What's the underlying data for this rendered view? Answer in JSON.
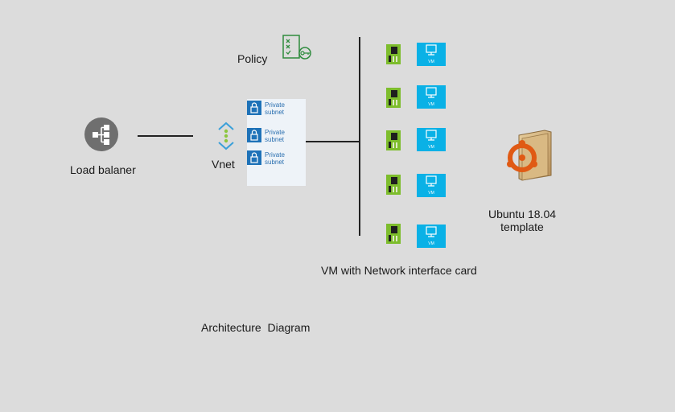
{
  "diagram": {
    "policy_label": "Policy",
    "load_balancer_label": "Load balaner",
    "vnet_label": "Vnet",
    "subnets": [
      {
        "line1": "Private",
        "line2": "subnet"
      },
      {
        "line1": "Private",
        "line2": "subnet"
      },
      {
        "line1": "Private",
        "line2": "subnet"
      }
    ],
    "vm_label": "VM",
    "vm_group_label": "VM with Network interface card",
    "template_line1": "Ubuntu 18.04",
    "template_line2": "template",
    "caption": "Architecture  Diagram",
    "colors": {
      "background": "#dcdcdc",
      "vm_blue": "#0ab1e6",
      "nic_green": "#7dbd2c",
      "policy_green": "#2e8b3d",
      "subnet_lock_blue": "#1e72b8",
      "load_balancer_gray": "#6f6f6f"
    },
    "icons": [
      "policy-icon",
      "load-balancer-icon",
      "vnet-icon",
      "lock-icon",
      "nic-icon",
      "vm-monitor-icon",
      "ubuntu-folder-icon"
    ]
  }
}
